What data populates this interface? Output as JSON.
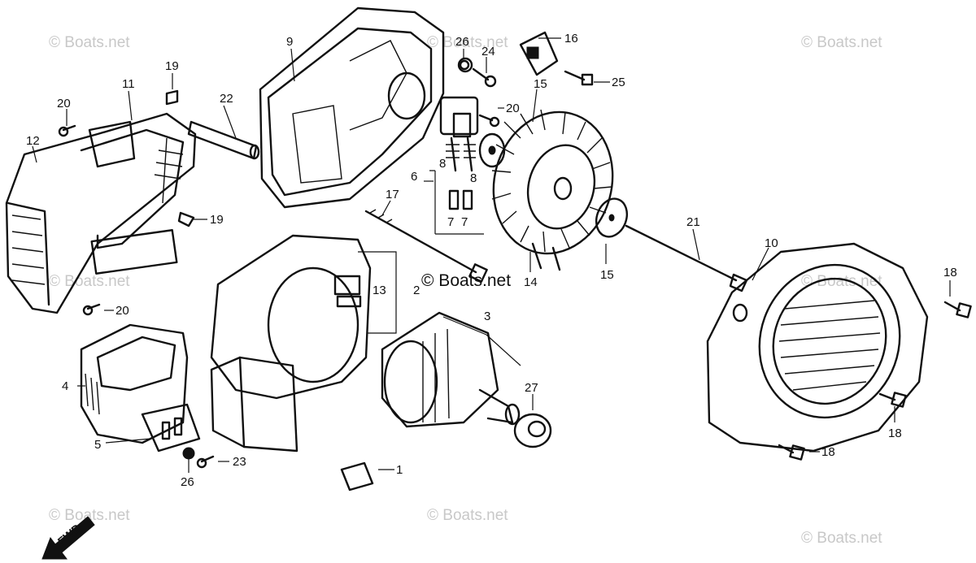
{
  "watermark": {
    "text": "© Boats.net"
  },
  "direction_label": "FWD",
  "callouts": {
    "c1": "1",
    "c2": "2",
    "c3": "3",
    "c4": "4",
    "c5": "5",
    "c6": "6",
    "c7a": "7",
    "c7b": "7",
    "c8a": "8",
    "c8b": "8",
    "c9": "9",
    "c10": "10",
    "c11": "11",
    "c12": "12",
    "c13": "13",
    "c14": "14",
    "c15a": "15",
    "c15b": "15",
    "c16": "16",
    "c17": "17",
    "c18a": "18",
    "c18b": "18",
    "c18c": "18",
    "c19a": "19",
    "c19b": "19",
    "c20a": "20",
    "c20b": "20",
    "c20c": "20",
    "c21": "21",
    "c22": "22",
    "c23": "23",
    "c24": "24",
    "c25": "25",
    "c26a": "26",
    "c26b": "26",
    "c27": "27"
  }
}
